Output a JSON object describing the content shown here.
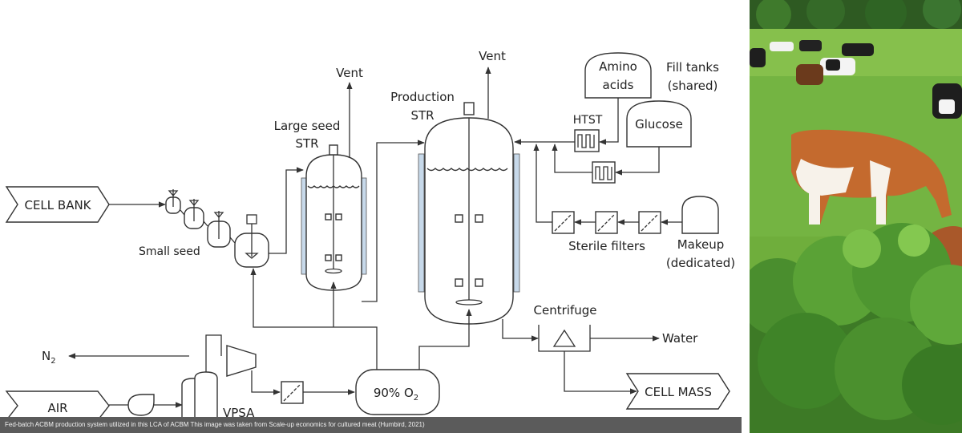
{
  "diagram": {
    "cell_bank": "CELL BANK",
    "small_seed": "Small seed",
    "large_seed_line1": "Large seed",
    "large_seed_line2": "STR",
    "production_line1": "Production",
    "production_line2": "STR",
    "vent_large": "Vent",
    "vent_production": "Vent",
    "amino_line1": "Amino",
    "amino_line2": "acids",
    "fill_tanks_line1": "Fill tanks",
    "fill_tanks_line2": "(shared)",
    "htst": "HTST",
    "glucose": "Glucose",
    "sterile_filters": "Sterile filters",
    "makeup_line1": "Makeup",
    "makeup_line2": "(dedicated)",
    "centrifuge": "Centrifuge",
    "water": "Water",
    "cell_mass": "CELL MASS",
    "n2": "N",
    "n2_sub": "2",
    "air": "AIR",
    "vpsa": "VPSA",
    "o2_tank": "90% O",
    "o2_sub": "2"
  },
  "caption": "Fed-batch ACBM production system utilized in this LCA of ACBM This image was taken from Scale-up economics for cultured meat (Humbird, 2021)",
  "colors": {
    "jacket": "#c7d9ea",
    "caption_bg": "#5b5b5b",
    "grass": "#6fae3c"
  }
}
